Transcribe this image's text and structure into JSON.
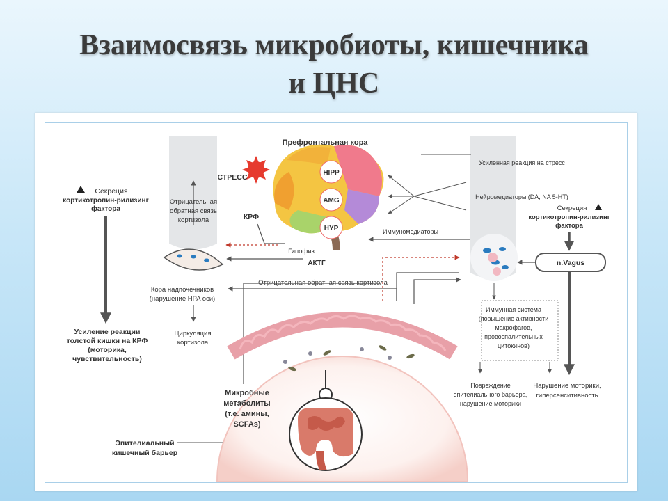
{
  "title": {
    "line1": "Взаимосвязь микробиоты, кишечника",
    "line2": "и ЦНС"
  },
  "brain": {
    "cortex": "Префронтальная кора",
    "hipp": "HIPP",
    "amg": "AMG",
    "hyp": "HYP"
  },
  "left": {
    "crf_secretion": [
      "Секреция",
      "кортикотропин-рилизинг",
      "фактора"
    ],
    "colon_response": [
      "Усиление реакции",
      "толстой кишки на КРФ",
      "(моторика,",
      "чувствительность)"
    ],
    "epithelial_barrier": [
      "Эпителиальный",
      "кишечный барьер"
    ]
  },
  "center": {
    "stress": "СТРЕСС",
    "krf": "КРФ",
    "neg_feedback": [
      "Отрицательная",
      "обратная связь",
      "кортизола"
    ],
    "pituitary": "Гипофиз",
    "actg": "АКТГ",
    "adrenal": [
      "Кора надпочечников",
      "(нарушение HPA оси)"
    ],
    "circulation": [
      "Циркуляция",
      "кортизола"
    ],
    "neg_feedback_long": "Отрицательная обратная связь кортизола",
    "immunomediators": "Иммуномедиаторы",
    "microbial": [
      "Микробные",
      "метаболиты",
      "(т.е. амины,",
      "SCFAs)"
    ]
  },
  "right": {
    "stress_response": "Усиленная реакция на стресс",
    "neuromediators": "Нейромедиаторы (DA, NA 5-HT)",
    "crf_secretion": [
      "Секреция",
      "кортикотропин-рилизинг",
      "фактора"
    ],
    "vagus": "n.Vagus",
    "immune": [
      "Иммунная система",
      "(повышение активности",
      "макрофагов,",
      "провоспалительных",
      "цитокинов)"
    ],
    "epithelial_damage": [
      "Повреждение",
      "эпителиального барьера,",
      "нарушение моторики"
    ],
    "motility": [
      "Нарушение моторики,",
      "гиперсенситивность"
    ]
  },
  "colors": {
    "arrow": "#555555",
    "dashed": "#c0392b",
    "gut": "#e8a0a8",
    "stress_star": "#e63a2e"
  }
}
